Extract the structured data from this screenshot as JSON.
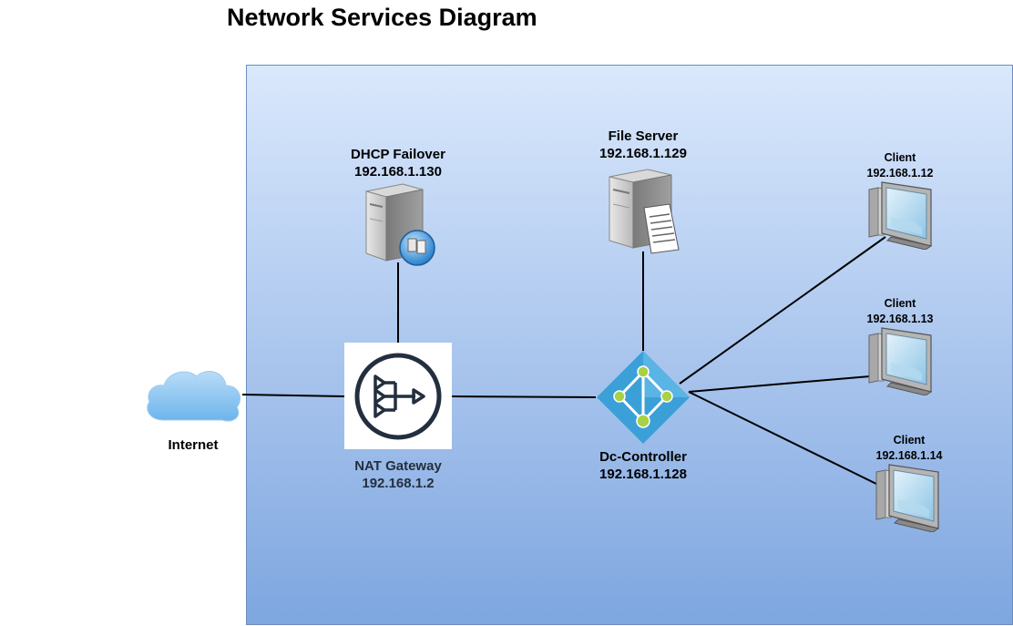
{
  "title": "Network Services Diagram",
  "nodes": {
    "internet": {
      "label": "Internet",
      "icon": "cloud-icon"
    },
    "nat_gateway": {
      "label": "NAT Gateway",
      "ip": "192.168.1.2",
      "icon": "nat-gateway-icon"
    },
    "dhcp_failover": {
      "label": "DHCP Failover",
      "ip": "192.168.1.130",
      "icon": "server-with-database-icon"
    },
    "file_server": {
      "label": "File Server",
      "ip": "192.168.1.129",
      "icon": "file-server-icon"
    },
    "dc_controller": {
      "label": "Dc-Controller",
      "ip": "192.168.1.128",
      "icon": "directory-icon"
    },
    "clients": [
      {
        "label": "Client",
        "ip": "192.168.1.12",
        "icon": "workstation-icon"
      },
      {
        "label": "Client",
        "ip": "192.168.1.13",
        "icon": "workstation-icon"
      },
      {
        "label": "Client",
        "ip": "192.168.1.14",
        "icon": "workstation-icon"
      }
    ]
  },
  "colors": {
    "area_top": "#dae8fc",
    "area_bottom": "#7ea6e0",
    "area_border": "#6c8ebf",
    "cloud": "#8ec6f0",
    "nat_icon": "#232f3e",
    "directory": "#3ba0d8",
    "directory_node": "#a8d145"
  }
}
